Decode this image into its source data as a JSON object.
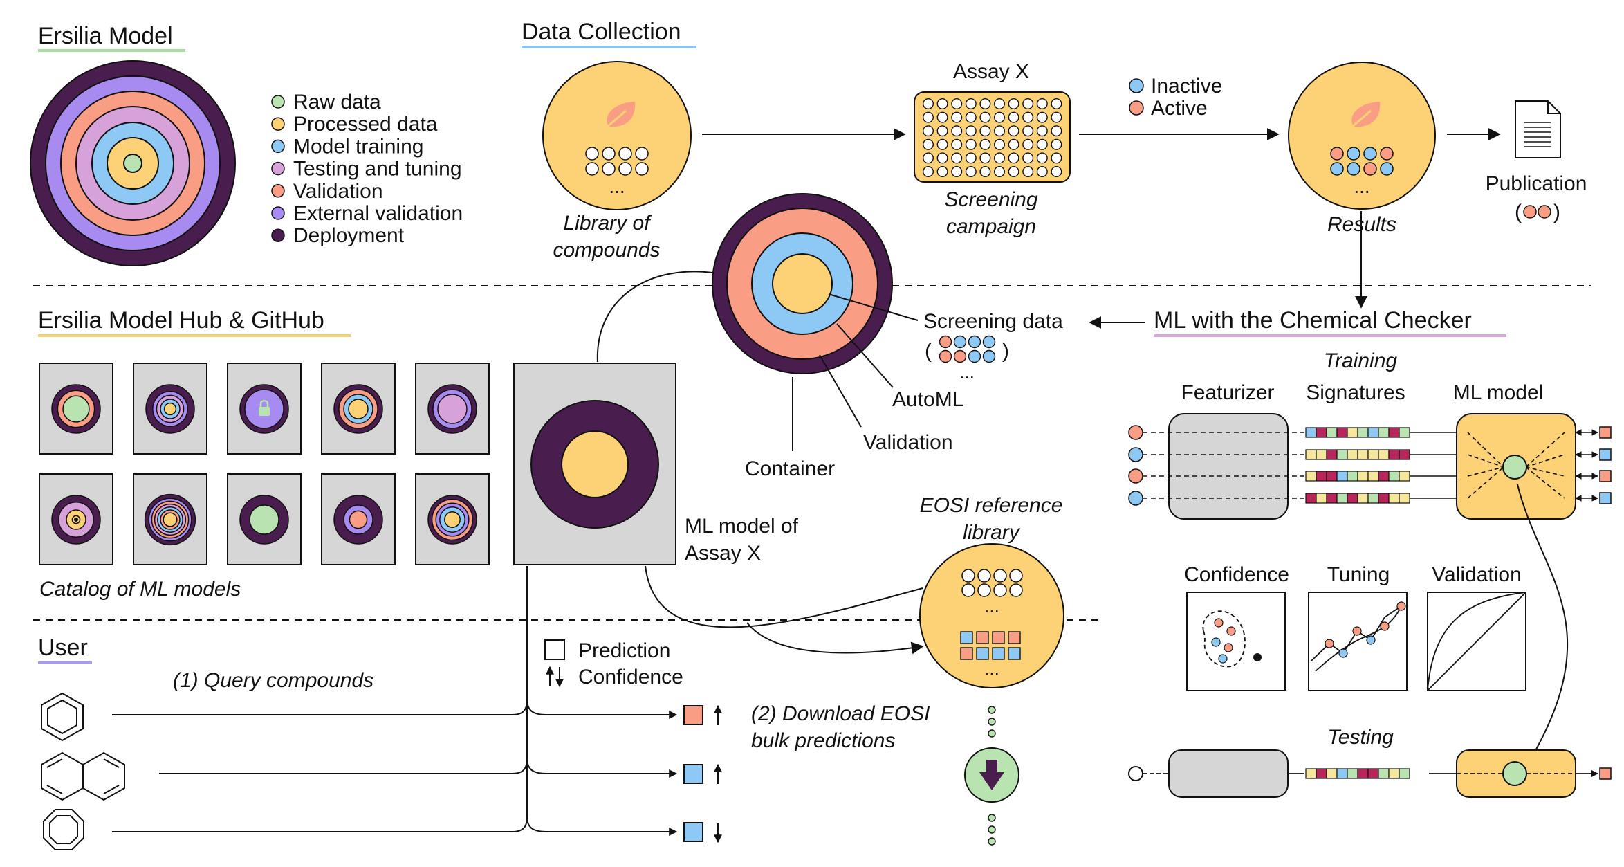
{
  "colors": {
    "dark": "#4a1d4f",
    "yellow": "#fdd276",
    "blue": "#8ec9f5",
    "salmon": "#f99e84",
    "pink": "#d7a1d9",
    "purple": "#a88bf1",
    "green": "#b9e3b0",
    "grey": "#d6d6d6",
    "underline_green": "#a6dea0",
    "underline_blue": "#8fc5ec",
    "underline_yellow": "#f5d06c",
    "underline_pink": "#d9a8df",
    "underline_purple": "#a89bee",
    "dark_red": "#b8255a",
    "light_yellow": "#f6e79c"
  },
  "sections": {
    "ersilia_model": "Ersilia Model",
    "data_collection": "Data Collection",
    "hub": "Ersilia Model Hub & GitHub",
    "ml_chemical_checker": "ML with the Chemical Checker",
    "user": "User"
  },
  "legend": [
    {
      "label": "Raw data",
      "color": "#b9e3b0"
    },
    {
      "label": "Processed data",
      "color": "#fdd276"
    },
    {
      "label": "Model training",
      "color": "#8ec9f5"
    },
    {
      "label": "Testing and tuning",
      "color": "#d7a1d9"
    },
    {
      "label": "Validation",
      "color": "#f99e84"
    },
    {
      "label": "External validation",
      "color": "#a88bf1"
    },
    {
      "label": "Deployment",
      "color": "#4a1d4f"
    }
  ],
  "data_collection": {
    "library_label_1": "Library of",
    "library_label_2": "compounds",
    "assay_title": "Assay X",
    "screening_label_1": "Screening",
    "screening_label_2": "campaign",
    "inactive": "Inactive",
    "active": "Active",
    "results": "Results",
    "publication": "Publication",
    "ellipsis": "..."
  },
  "model_rings": {
    "screening_data": "Screening data",
    "automl": "AutoML",
    "validation": "Validation",
    "container": "Container"
  },
  "hub": {
    "catalog": "Catalog of ML models",
    "ml_model_1": "ML model of",
    "ml_model_2": "Assay X"
  },
  "eosi": {
    "title_1": "EOSI reference",
    "title_2": "library"
  },
  "chemical_checker": {
    "training": "Training",
    "featurizer": "Featurizer",
    "signatures": "Signatures",
    "ml_model": "ML model",
    "confidence": "Confidence",
    "tuning": "Tuning",
    "validation": "Validation",
    "testing": "Testing"
  },
  "user": {
    "query": "(1) Query compounds",
    "download_1": "(2) Download EOSI",
    "download_2": "bulk predictions",
    "prediction": "Prediction",
    "confidence": "Confidence"
  }
}
